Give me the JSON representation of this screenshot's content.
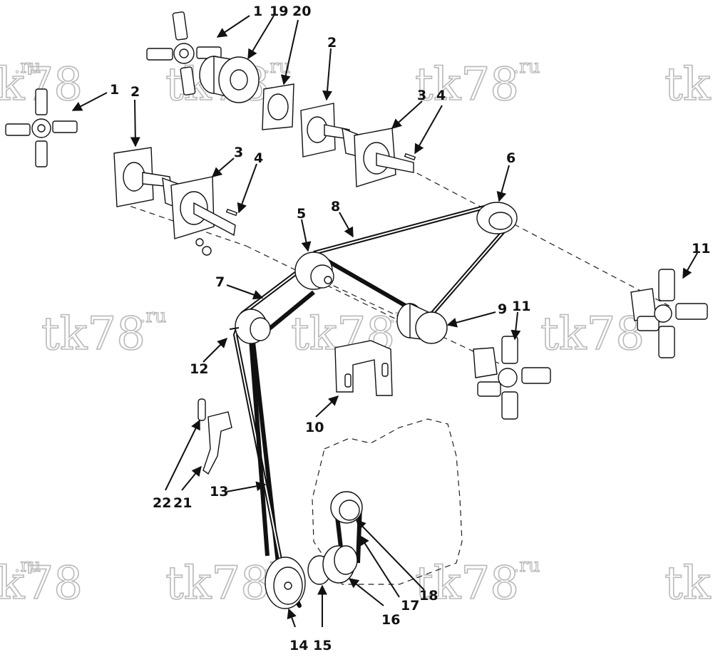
{
  "watermark": {
    "text": "tk78",
    "suffix": ".ru"
  },
  "callouts": [
    {
      "id": "c1a",
      "text": "1"
    },
    {
      "id": "c19",
      "text": "19"
    },
    {
      "id": "c20",
      "text": "20"
    },
    {
      "id": "c1b",
      "text": "1"
    },
    {
      "id": "c2a",
      "text": "2"
    },
    {
      "id": "c2b",
      "text": "2"
    },
    {
      "id": "c3a",
      "text": "3"
    },
    {
      "id": "c4a",
      "text": "4"
    },
    {
      "id": "c3b",
      "text": "3"
    },
    {
      "id": "c4b",
      "text": "4"
    },
    {
      "id": "c6",
      "text": "6"
    },
    {
      "id": "c5",
      "text": "5"
    },
    {
      "id": "c8",
      "text": "8"
    },
    {
      "id": "c7",
      "text": "7"
    },
    {
      "id": "c9",
      "text": "9"
    },
    {
      "id": "c11a",
      "text": "11"
    },
    {
      "id": "c11b",
      "text": "11"
    },
    {
      "id": "c12",
      "text": "12"
    },
    {
      "id": "c10",
      "text": "10"
    },
    {
      "id": "c22",
      "text": "22"
    },
    {
      "id": "c21",
      "text": "21"
    },
    {
      "id": "c13",
      "text": "13"
    },
    {
      "id": "c14",
      "text": "14"
    },
    {
      "id": "c15",
      "text": "15"
    },
    {
      "id": "c16",
      "text": "16"
    },
    {
      "id": "c17",
      "text": "17"
    },
    {
      "id": "c18",
      "text": "18"
    }
  ]
}
